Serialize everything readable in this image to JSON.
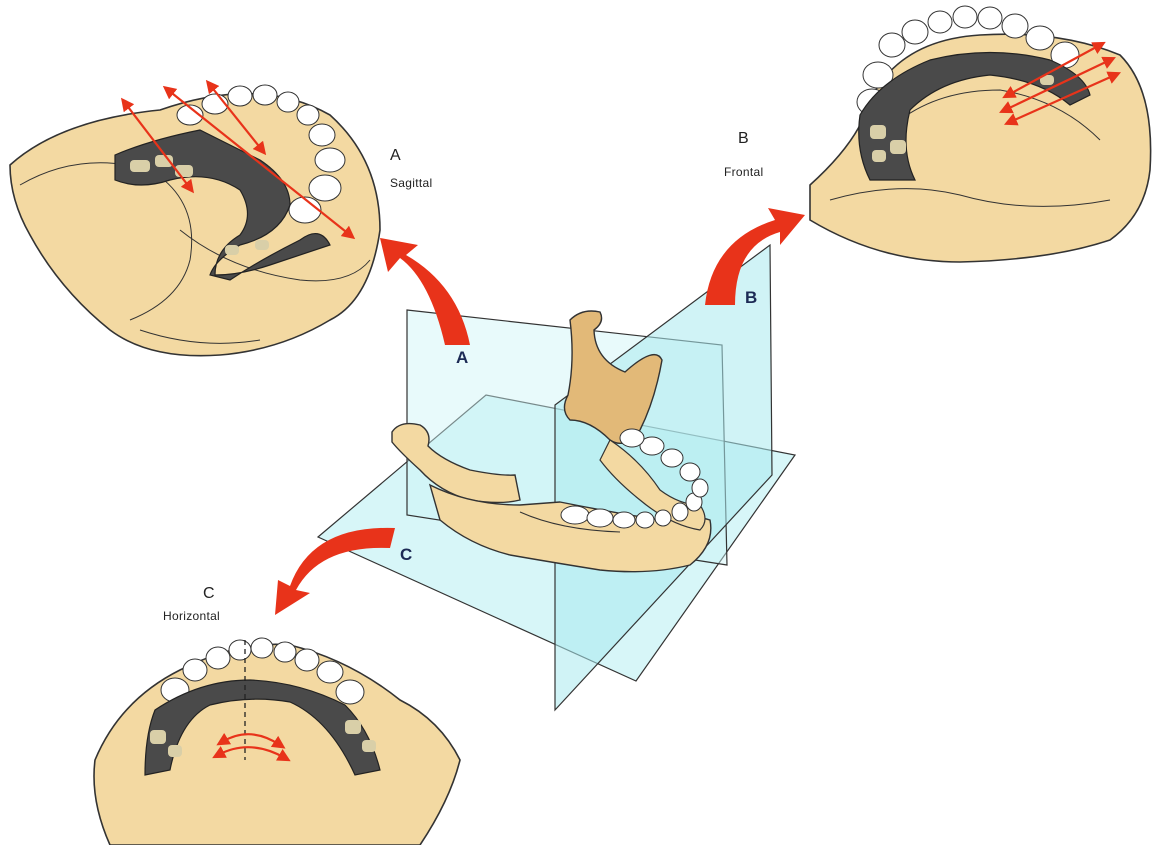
{
  "panels": {
    "sagittal": {
      "letter": "A",
      "name": "Sagittal"
    },
    "frontal": {
      "letter": "B",
      "name": "Frontal"
    },
    "horizontal": {
      "letter": "C",
      "name": "Horizontal"
    }
  },
  "planes": {
    "a": "A",
    "b": "B",
    "c": "C"
  },
  "colors": {
    "arrow": "#e8331a",
    "plane": "#b6eef2",
    "bone": "#f3d9a2",
    "bone_dark": "#e2b978",
    "framework": "#4a4a4a",
    "teeth": "#ffffff"
  },
  "icons": [
    "curved-arrow-icon",
    "double-arrow-icon"
  ]
}
